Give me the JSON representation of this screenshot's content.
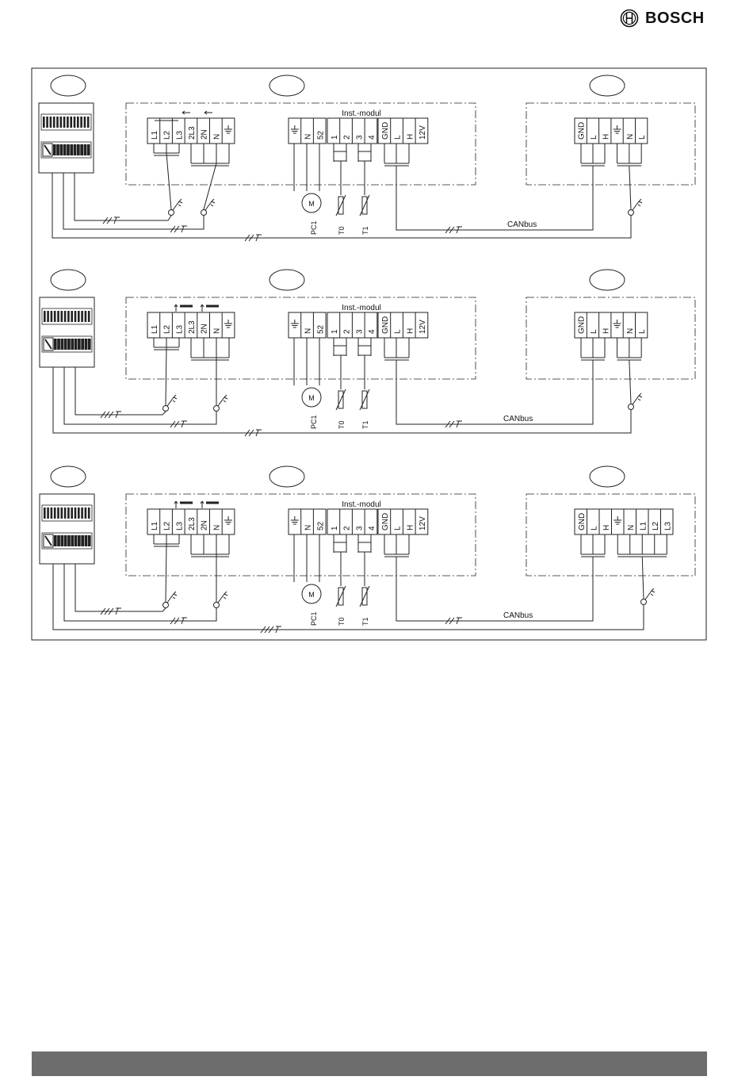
{
  "brand": {
    "name": "BOSCH",
    "logo_icon": "bosch-armature-icon"
  },
  "diagrams": [
    {
      "module_label": "Inst.-modul",
      "left_terminals": [
        "L1",
        "L2",
        "L3",
        "2L3",
        "2N",
        "N",
        "⏚"
      ],
      "mid_terminals": [
        "⏚",
        "N",
        "52"
      ],
      "sensor_terminals": [
        "1",
        "2",
        "3",
        "4"
      ],
      "bus_terminals": [
        "GND",
        "L",
        "H",
        "12V"
      ],
      "right_terminals": [
        "GND",
        "L",
        "H",
        "⏚",
        "N",
        "L"
      ],
      "motor_label": "M",
      "pc_label": "PC1",
      "t0_label": "T0",
      "t1_label": "T1",
      "bus_label": "CANbus"
    },
    {
      "module_label": "Inst.-modul",
      "left_terminals": [
        "L1",
        "L2",
        "L3",
        "2L3",
        "2N",
        "N",
        "⏚"
      ],
      "mid_terminals": [
        "⏚",
        "N",
        "52"
      ],
      "sensor_terminals": [
        "1",
        "2",
        "3",
        "4"
      ],
      "bus_terminals": [
        "GND",
        "L",
        "H",
        "12V"
      ],
      "right_terminals": [
        "GND",
        "L",
        "H",
        "⏚",
        "N",
        "L"
      ],
      "motor_label": "M",
      "pc_label": "PC1",
      "t0_label": "T0",
      "t1_label": "T1",
      "bus_label": "CANbus"
    },
    {
      "module_label": "Inst.-modul",
      "left_terminals": [
        "L1",
        "L2",
        "L3",
        "2L3",
        "2N",
        "N",
        "⏚"
      ],
      "mid_terminals": [
        "⏚",
        "N",
        "52"
      ],
      "sensor_terminals": [
        "1",
        "2",
        "3",
        "4"
      ],
      "bus_terminals": [
        "GND",
        "L",
        "H",
        "12V"
      ],
      "right_terminals": [
        "GND",
        "L",
        "H",
        "⏚",
        "N",
        "L1",
        "L2",
        "L3"
      ],
      "motor_label": "M",
      "pc_label": "PC1",
      "t0_label": "T0",
      "t1_label": "T1",
      "bus_label": "CANbus"
    }
  ]
}
